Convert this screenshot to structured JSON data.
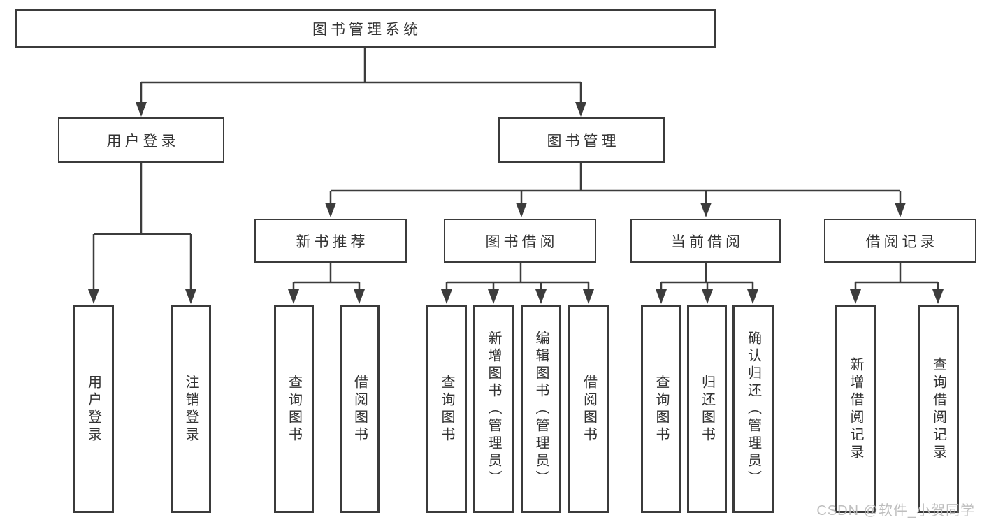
{
  "diagram": {
    "title": "图书管理系统",
    "colors": {
      "line": "#3c3c3c",
      "box_border": "#3b3b3b",
      "text": "#333333",
      "background": "#ffffff",
      "watermark": "#bababa"
    },
    "root": {
      "label": "图书管理系统"
    },
    "level2": [
      {
        "label": "用户登录"
      },
      {
        "label": "图书管理"
      }
    ],
    "level3": [
      {
        "label": "新书推荐"
      },
      {
        "label": "图书借阅"
      },
      {
        "label": "当前借阅"
      },
      {
        "label": "借阅记录"
      }
    ],
    "leaves": {
      "user_login": [
        {
          "label": "用户登录"
        },
        {
          "label": "注销登录"
        }
      ],
      "new_books": [
        {
          "label": "查询图书"
        },
        {
          "label": "借阅图书"
        }
      ],
      "book_borrow": [
        {
          "label": "查询图书"
        },
        {
          "label": "新增图书（管理员）"
        },
        {
          "label": "编辑图书（管理员）"
        },
        {
          "label": "借阅图书"
        }
      ],
      "current_borrow": [
        {
          "label": "查询图书"
        },
        {
          "label": "归还图书"
        },
        {
          "label": "确认归还（管理员）"
        }
      ],
      "borrow_records": [
        {
          "label": "新增借阅记录"
        },
        {
          "label": "查询借阅记录"
        }
      ]
    },
    "watermark": "CSDN @软件_小贺同学"
  }
}
